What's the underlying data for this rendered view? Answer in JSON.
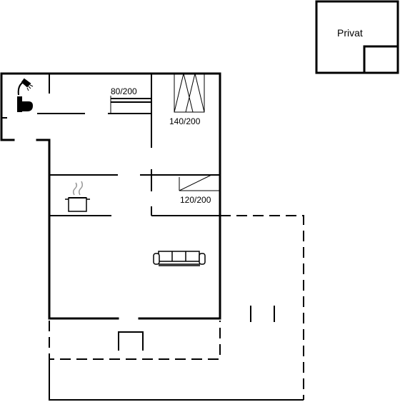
{
  "labels": {
    "annex": "Privat",
    "bed_small": "80/200",
    "bed_double": "140/200",
    "bed_corner": "120/200"
  },
  "colors": {
    "wall": "#000000",
    "background": "#ffffff"
  },
  "icons": [
    "shower-icon",
    "toilet-icon",
    "cooking-pot-icon",
    "sofa-icon",
    "bed-icon",
    "table-icon"
  ]
}
